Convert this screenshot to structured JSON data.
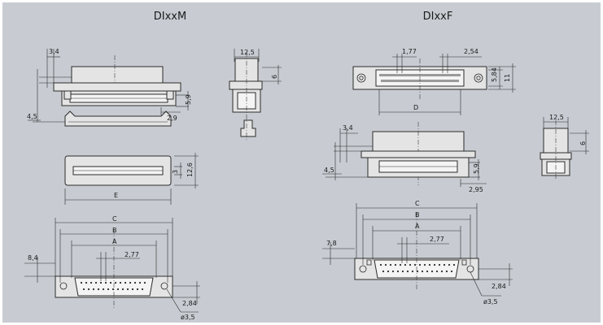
{
  "colors": {
    "background": "#c8ccd2",
    "panel_border": "#ffffff",
    "line": "#2b2b2b",
    "part_fill": "#e4e4e4"
  },
  "titles": {
    "male": "DIxxM",
    "female": "DIxxF"
  },
  "male": {
    "dims": {
      "d34": "3,4",
      "d45": "4,5",
      "d59": "5,9",
      "d29": "2,9",
      "d125": "12,5",
      "d6": "6",
      "d3": "3",
      "d126": "12,6",
      "e": "E",
      "c": "C",
      "b": "B",
      "a": "A",
      "d84": "8,4",
      "d277": "2,77",
      "d284": "2,84",
      "phi35": "ø3,5"
    }
  },
  "female": {
    "dims": {
      "d177": "1,77",
      "d254": "2,54",
      "d584": "5,84",
      "d11": "11",
      "dd": "D",
      "d34": "3,4",
      "d45": "4,5",
      "d59": "5,9",
      "d295": "2,95",
      "d125": "12,5",
      "d6": "6",
      "c": "C",
      "b": "B",
      "a": "A",
      "d78": "7,8",
      "d277": "2,77",
      "d284": "2,84",
      "phi35": "ø3,5"
    }
  }
}
